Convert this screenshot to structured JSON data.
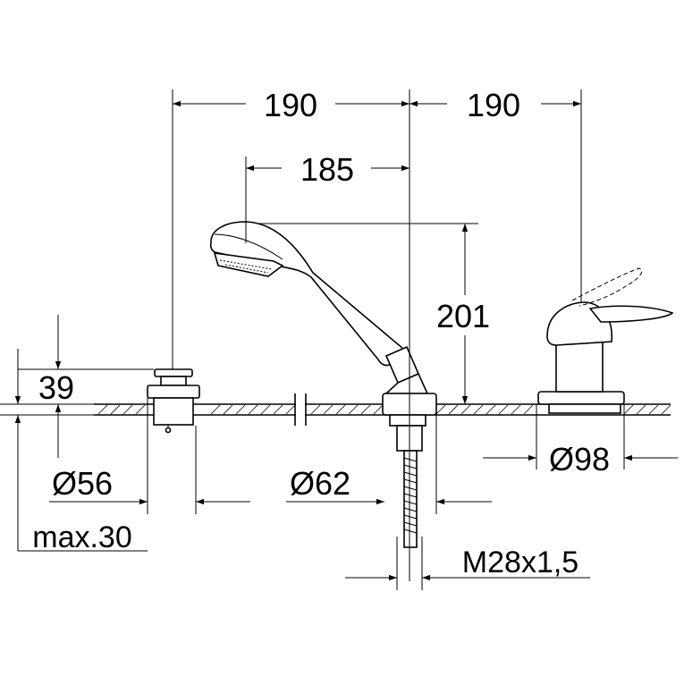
{
  "dimensions": {
    "width_left": "190",
    "width_right": "190",
    "spout_reach": "185",
    "spout_height": "201",
    "diverter_height": "39",
    "diverter_diameter": "Ø56",
    "handshower_diameter": "Ø62",
    "lever_diameter": "Ø98",
    "deck_thickness": "max.30",
    "thread": "M28x1,5"
  }
}
